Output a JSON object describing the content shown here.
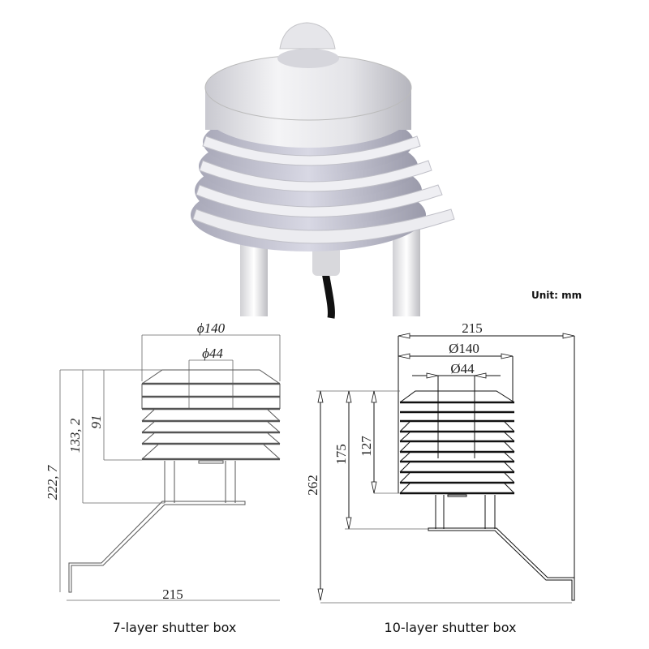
{
  "photo": {
    "unit_label": "Unit: mm"
  },
  "left_drawing": {
    "caption": "7-layer shutter box",
    "dim_outer_diameter": "ϕ140",
    "dim_inner_diameter": "ϕ44",
    "dim_total_height": "222, 7",
    "dim_mount_height": "133, 2",
    "dim_shield_height": "91",
    "dim_width": "215"
  },
  "right_drawing": {
    "caption": "10-layer shutter box",
    "dim_width": "215",
    "dim_outer_diameter": "Ø140",
    "dim_inner_diameter": "Ø44",
    "dim_total_height": "262",
    "dim_mount_height": "175",
    "dim_shield_height": "127"
  }
}
